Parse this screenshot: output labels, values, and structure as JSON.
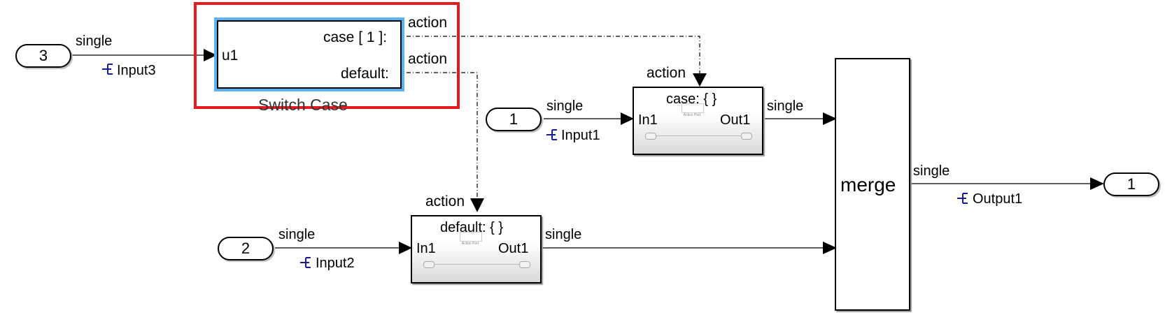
{
  "inports": [
    {
      "number": "3",
      "signal_type": "single",
      "signal_name": "Input3"
    },
    {
      "number": "1",
      "signal_type": "single",
      "signal_name": "Input1"
    },
    {
      "number": "2",
      "signal_type": "single",
      "signal_name": "Input2"
    }
  ],
  "switch_case": {
    "name": "Switch Case",
    "input_label": "u1",
    "case_label": "case [ 1 ]:",
    "default_label": "default:",
    "action_label_1": "action",
    "action_label_2": "action"
  },
  "case_subsystem": {
    "title": "case: { }",
    "in_label": "In1",
    "out_label": "Out1",
    "action_label": "action",
    "action_port_text": "Action Port",
    "out_signal_type": "single"
  },
  "default_subsystem": {
    "title": "default: { }",
    "in_label": "In1",
    "out_label": "Out1",
    "action_label": "action",
    "action_port_text": "Action Port",
    "out_signal_type": "single"
  },
  "merge": {
    "label": "merge",
    "out_signal_type": "single",
    "out_signal_name": "Output1"
  },
  "outport": {
    "number": "1"
  },
  "colors": {
    "selection_red": "#e8191e",
    "selection_blue": "#5ab3f0",
    "signal_name_blue": "#1a1a9c"
  }
}
